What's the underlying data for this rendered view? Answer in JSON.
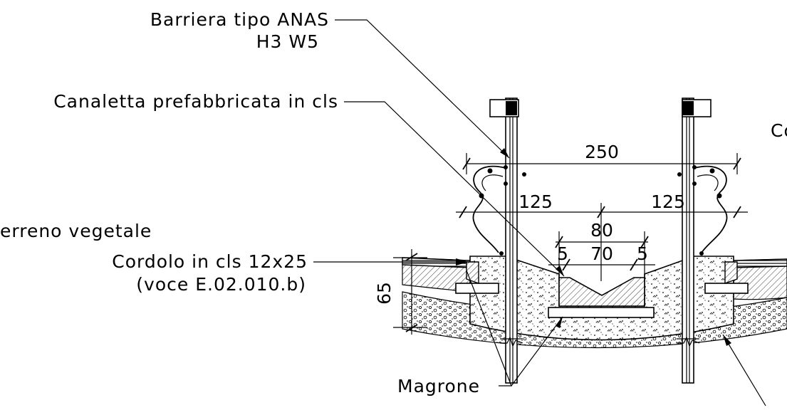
{
  "labels": {
    "barriera_line1": "Barriera tipo ANAS",
    "barriera_line2": "H3 W5",
    "canaletta": "Canaletta prefabbricata in cls",
    "terreno": "erreno vegetale",
    "cordolo_line1": "Cordolo in cls 12x25",
    "cordolo_line2": "(voce E.02.010.b)",
    "magrone": "Magrone",
    "right_cut": "Co"
  },
  "dimensions": {
    "total_width": "250",
    "half_left": "125",
    "half_right": "125",
    "channel_outer": "80",
    "channel_inner": "70",
    "edge_left": "5",
    "edge_right": "5",
    "height": "65"
  },
  "colors": {
    "ink": "#000000",
    "paper": "#ffffff"
  }
}
